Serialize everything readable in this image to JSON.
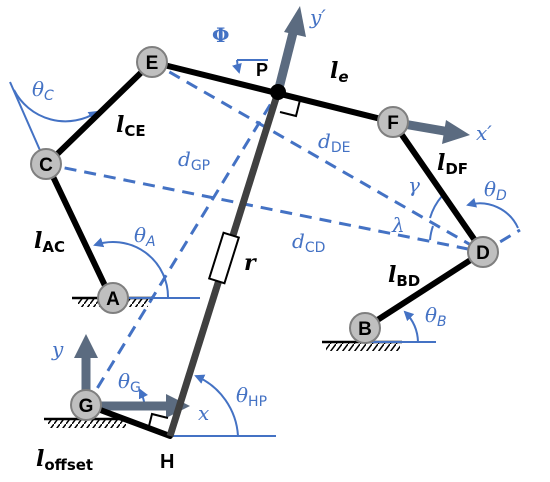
{
  "joints": {
    "A": "A",
    "B": "B",
    "C": "C",
    "D": "D",
    "E": "E",
    "F": "F",
    "G": "G"
  },
  "points": {
    "P": "P",
    "H": "H"
  },
  "links": {
    "l_AC": {
      "main": "l",
      "sub": "AC"
    },
    "l_CE": {
      "main": "l",
      "sub": "CE"
    },
    "l_e": {
      "main": "l",
      "sub": "e"
    },
    "l_DF": {
      "main": "l",
      "sub": "DF"
    },
    "l_BD": {
      "main": "l",
      "sub": "BD"
    },
    "l_offset": {
      "main": "l",
      "sub": "offset"
    },
    "r": "r"
  },
  "distances": {
    "d_GP": {
      "main": "d",
      "sub": "GP"
    },
    "d_DE": {
      "main": "d",
      "sub": "DE"
    },
    "d_CD": {
      "main": "d",
      "sub": "CD"
    }
  },
  "angles": {
    "theta_C": {
      "main": "θ",
      "sub": "C"
    },
    "theta_A": {
      "main": "θ",
      "sub": "A"
    },
    "theta_D": {
      "main": "θ",
      "sub": "D"
    },
    "theta_B": {
      "main": "θ",
      "sub": "B"
    },
    "theta_G": {
      "main": "θ",
      "sub": "G"
    },
    "theta_HP": {
      "main": "θ",
      "sub": "HP"
    },
    "Phi": "Φ",
    "gamma": "γ",
    "lambda": "λ"
  },
  "axes": {
    "y": "y",
    "x": "x",
    "y_prime": "y′",
    "x_prime": "x′"
  },
  "colors": {
    "link": "#000000",
    "accent": "#4472C4",
    "arrow": "#5B6B80",
    "joint_fill": "#BFBFBF",
    "joint_stroke": "#7F7F7F",
    "rod": "#404040"
  }
}
